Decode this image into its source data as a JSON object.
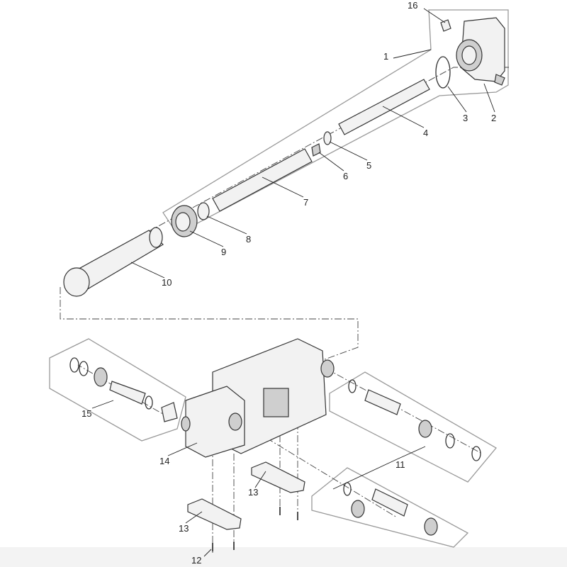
{
  "diagram": {
    "title": "Exploded parts view",
    "part_numbers": [
      "16",
      "1",
      "2",
      "3",
      "4",
      "5",
      "6",
      "7",
      "8",
      "9",
      "10",
      "11",
      "12",
      "13",
      "13",
      "14",
      "15"
    ]
  }
}
